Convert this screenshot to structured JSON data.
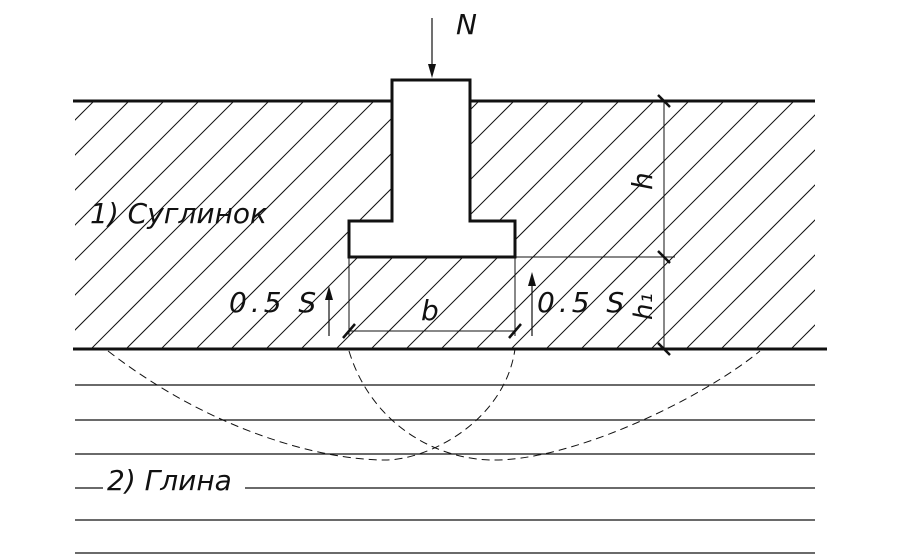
{
  "labels": {
    "load": "N",
    "layer1": "1) Суглинок",
    "layer2": "2) Глина",
    "width": "b",
    "depth": "h",
    "depth_below": "h₁",
    "half_settlement_left": "0.5 S",
    "half_settlement_right": "0.5 S"
  },
  "colors": {
    "ink": "#111111",
    "background": "#ffffff"
  }
}
